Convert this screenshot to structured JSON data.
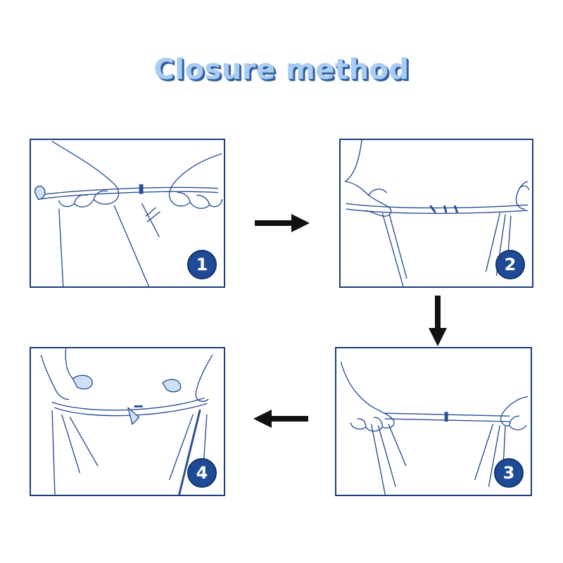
{
  "title": "Closure method",
  "steps": [
    {
      "number": "1"
    },
    {
      "number": "2"
    },
    {
      "number": "3"
    },
    {
      "number": "4"
    }
  ],
  "colors": {
    "frame": "#1e3d7b",
    "line": "#2a4f95",
    "badge": "#1f4b96",
    "title_fill": "#a9cdf2",
    "title_shadow": "#2f5ea4",
    "arrow": "#111111"
  }
}
